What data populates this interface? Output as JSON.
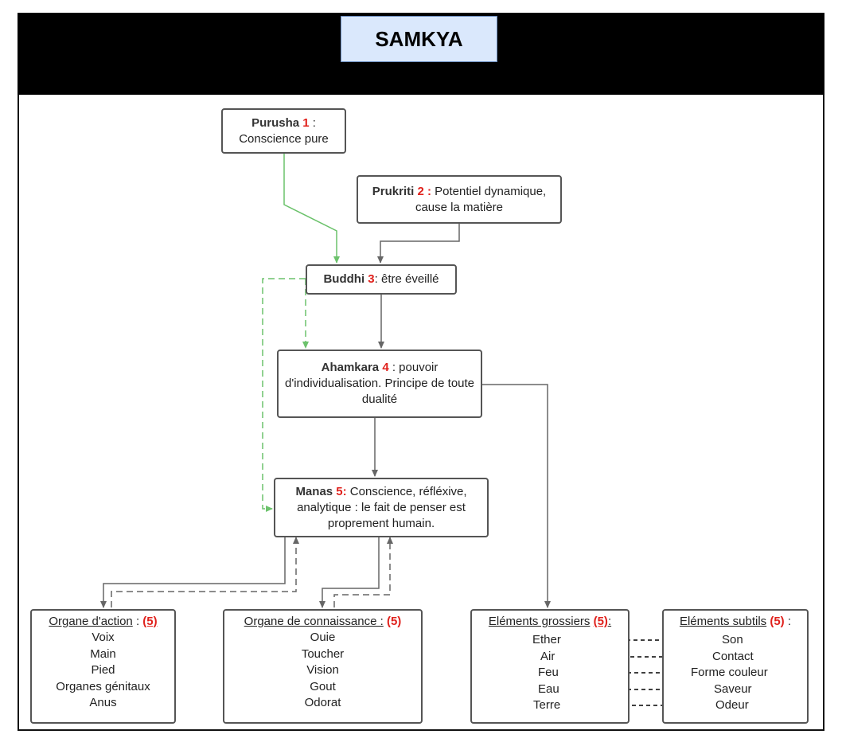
{
  "title": "SAMKYA",
  "nodes": {
    "purusha": {
      "name": "Purusha",
      "num": "1",
      "sep": " :",
      "line2": "Conscience pure"
    },
    "prukriti": {
      "name": "Prukriti",
      "num": "2 :",
      "text": " Potentiel dynamique, cause la matière"
    },
    "buddhi": {
      "name": "Buddhi",
      "num": "3",
      "text": ": être éveillé"
    },
    "ahamkara": {
      "name": "Ahamkara",
      "num": "4",
      "text": " : pouvoir d'individualisation. Principe de toute dualité"
    },
    "manas": {
      "name": "Manas",
      "num": "5:",
      "text": " Conscience, réfléxive, analytique : le fait de penser est proprement humain."
    }
  },
  "organe_action": {
    "header": "Organe d'action",
    "sep": " : ",
    "count": "(5)",
    "items": [
      "Voix",
      "Main",
      "Pied",
      "Organes génitaux",
      "Anus"
    ]
  },
  "organe_connaissance": {
    "header": "Organe de connaissance :",
    "count": "(5)",
    "items": [
      "Ouie",
      "Toucher",
      "Vision",
      "Gout",
      "Odorat"
    ]
  },
  "elements_grossiers": {
    "header": "Eléments grossiers",
    "count": "(5)",
    "suffix": ":",
    "items": [
      "Ether",
      "Air",
      "Feu",
      "Eau",
      "Terre"
    ]
  },
  "elements_subtils": {
    "header": "Eléments subtils",
    "count": "(5)",
    "suffix": " :",
    "items": [
      "Son",
      "Contact",
      "Forme couleur",
      "Saveur",
      "Odeur"
    ]
  },
  "colors": {
    "green": "#6cc26c",
    "grey": "#666666",
    "accent_red": "#e0201b"
  }
}
